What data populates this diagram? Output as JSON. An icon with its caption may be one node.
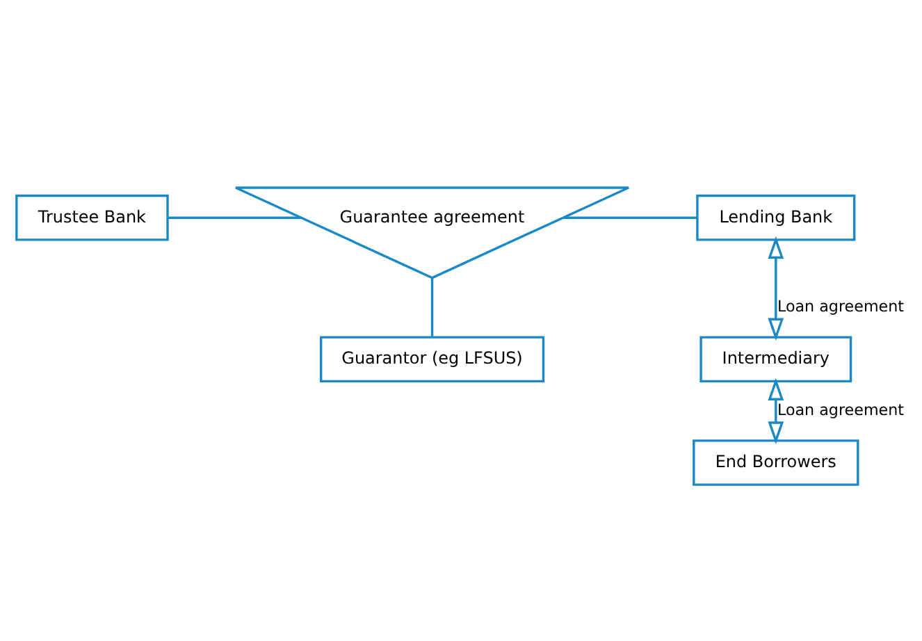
{
  "diagram": {
    "nodes": [
      {
        "text": [
          "Trustee Bank"
        ]
      },
      {
        "text": [
          "Guarantee agreement"
        ]
      },
      {
        "text": [
          "Guarantor (eg LFSUS)"
        ]
      },
      {
        "text": [
          "Lending Bank"
        ]
      },
      {
        "text": [
          "Intermediary"
        ]
      },
      {
        "text": [
          "End Borrowers"
        ]
      }
    ],
    "edges": [
      {
        "from": 0,
        "to": 1,
        "arrow": "none"
      },
      {
        "from": 1,
        "to": 2,
        "arrow": "none"
      },
      {
        "from": 1,
        "to": 3,
        "arrow": "none"
      },
      {
        "from": 3,
        "to": 4,
        "arrow": "both",
        "label": "Loan agreement"
      },
      {
        "from": 4,
        "to": 5,
        "arrow": "both",
        "label": "Loan agreement"
      }
    ]
  }
}
